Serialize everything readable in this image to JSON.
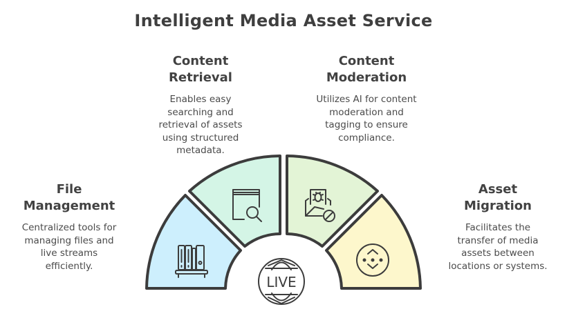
{
  "title": "Intelligent Media Asset Service",
  "center": {
    "label": "LIVE",
    "icon": "live-globe-icon"
  },
  "segments": [
    {
      "id": "file-management",
      "heading_line1": "File",
      "heading_line2": "Management",
      "desc_lines": [
        "Centralized tools for",
        "managing files and",
        "live streams",
        "efficiently."
      ],
      "icon": "bookshelf-icon",
      "color": "#cdeffd"
    },
    {
      "id": "content-retrieval",
      "heading_line1": "Content",
      "heading_line2": "Retrieval",
      "desc_lines": [
        "Enables easy",
        "searching and",
        "retrieval of assets",
        "using structured",
        "metadata."
      ],
      "icon": "book-search-icon",
      "color": "#d4f5e6"
    },
    {
      "id": "content-moderation",
      "heading_line1": "Content",
      "heading_line2": "Moderation",
      "desc_lines": [
        "Utilizes AI for content",
        "moderation and",
        "tagging to ensure",
        "compliance."
      ],
      "icon": "mail-bug-block-icon",
      "color": "#e3f4d6"
    },
    {
      "id": "asset-migration",
      "heading_line1": "Asset",
      "heading_line2": "Migration",
      "desc_lines": [
        "Facilitates the",
        "transfer of media",
        "assets between",
        "locations or systems."
      ],
      "icon": "transfer-circle-icon",
      "color": "#fdf7cc"
    }
  ],
  "stroke_color": "#3c3c3c"
}
